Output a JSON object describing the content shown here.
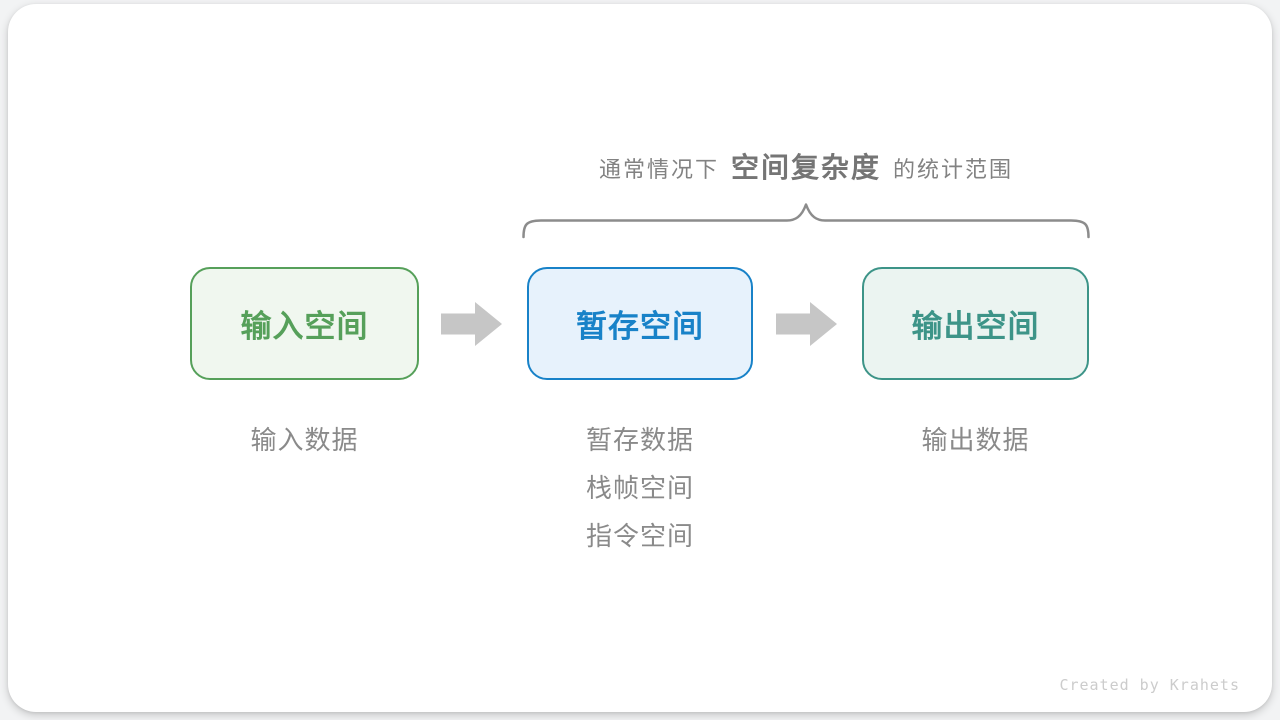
{
  "palette": {
    "page_bg": "#F2F3F4",
    "card_bg": "#FFFFFF",
    "title_regular": "#828282",
    "title_bold": "#757575",
    "label": "#8A8A8A",
    "brace": "#8C8C8C",
    "arrow": "#C6C6C6",
    "credit": "#CCCCCC"
  },
  "title": {
    "prefix": "通常情况下",
    "highlight": "空间复杂度",
    "suffix": "的统计范围"
  },
  "flow": {
    "nodes": [
      {
        "label": "输入空间",
        "border": "#56A05A",
        "bg": "#F0F7EF",
        "color": "#56A05A",
        "sublabels": [
          "输入数据"
        ]
      },
      {
        "label": "暂存空间",
        "border": "#1882C8",
        "bg": "#E7F2FC",
        "color": "#1882C8",
        "sublabels": [
          "暂存数据",
          "栈帧空间",
          "指令空间"
        ]
      },
      {
        "label": "输出空间",
        "border": "#3D9488",
        "bg": "#EBF4F1",
        "color": "#3D9488",
        "sublabels": [
          "输出数据"
        ]
      }
    ]
  },
  "footer": {
    "credit": "Created by Krahets"
  }
}
